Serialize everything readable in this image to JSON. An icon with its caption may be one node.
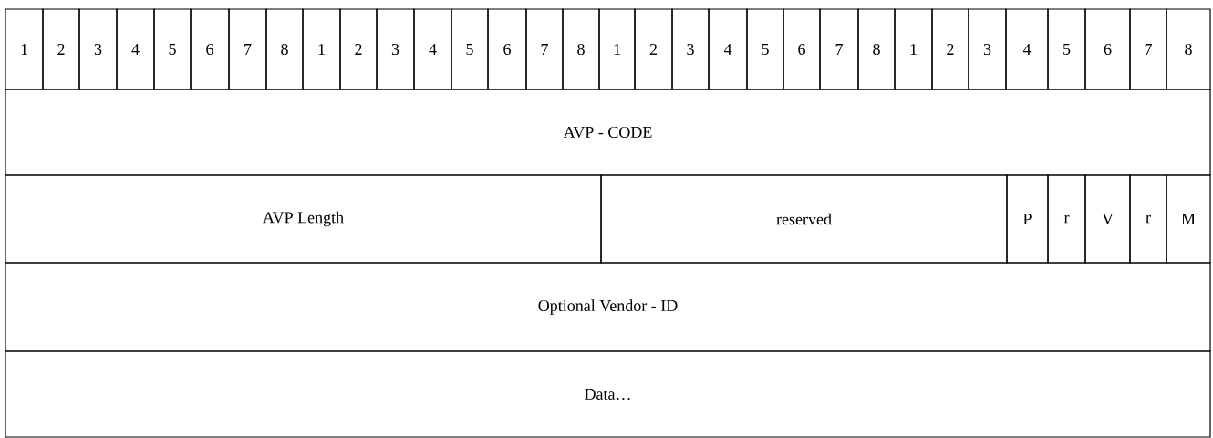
{
  "diagram": {
    "nodes": [
      {
        "text": [
          "1"
        ]
      },
      {
        "text": [
          "2"
        ]
      },
      {
        "text": [
          "3"
        ]
      },
      {
        "text": [
          "4"
        ]
      },
      {
        "text": [
          "5"
        ]
      },
      {
        "text": [
          "6"
        ]
      },
      {
        "text": [
          "7"
        ]
      },
      {
        "text": [
          "8"
        ]
      },
      {
        "text": [
          "1"
        ]
      },
      {
        "text": [
          "2"
        ]
      },
      {
        "text": [
          "3"
        ]
      },
      {
        "text": [
          "4"
        ]
      },
      {
        "text": [
          "5"
        ]
      },
      {
        "text": [
          "6"
        ]
      },
      {
        "text": [
          "7"
        ]
      },
      {
        "text": [
          "8"
        ]
      },
      {
        "text": [
          "1"
        ]
      },
      {
        "text": [
          "2"
        ]
      },
      {
        "text": [
          "3"
        ]
      },
      {
        "text": [
          "4"
        ]
      },
      {
        "text": [
          "5"
        ]
      },
      {
        "text": [
          "6"
        ]
      },
      {
        "text": [
          "7"
        ]
      },
      {
        "text": [
          "8"
        ]
      },
      {
        "text": [
          "1"
        ]
      },
      {
        "text": [
          "2"
        ]
      },
      {
        "text": [
          "3"
        ]
      },
      {
        "text": [
          "4"
        ]
      },
      {
        "text": [
          "5"
        ]
      },
      {
        "text": [
          "6"
        ]
      },
      {
        "text": [
          "7"
        ]
      },
      {
        "text": [
          "8"
        ]
      },
      {
        "text": [
          "AVP - CODE"
        ]
      },
      {
        "text": [
          "AVP Length"
        ]
      },
      {
        "text": [
          "reserved"
        ]
      },
      {
        "text": [
          "P"
        ]
      },
      {
        "text": [
          "r"
        ]
      },
      {
        "text": [
          "V"
        ]
      },
      {
        "text": [
          "r"
        ]
      },
      {
        "text": [
          "M"
        ]
      },
      {
        "text": [
          "Optional Vendor - ID"
        ]
      },
      {
        "text": [
          "Data…"
        ]
      }
    ]
  }
}
